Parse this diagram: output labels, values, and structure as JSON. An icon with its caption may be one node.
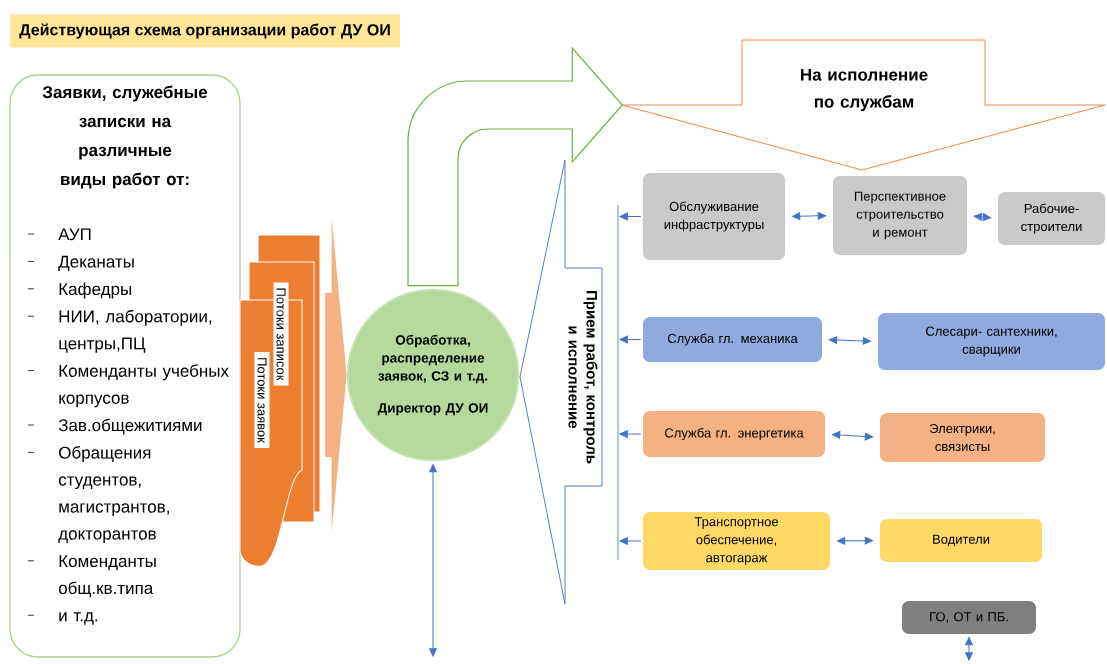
{
  "diagram": {
    "title": "Действующая схема организации работ ДУ ОИ",
    "nodes": [
      {
        "text": [
          "Заявки, служебные записки на различные виды работ от:",
          "АУП",
          "Деканаты",
          "Кафедры",
          "НИИ, лаборатории, центры,ПЦ",
          "Коменданты учебных корпусов",
          "Зав.общежитиями",
          "Обращения студентов, магистрантов, докторантов",
          "Коменданты общ.кв.типа",
          "и т.д."
        ]
      },
      {
        "text": [
          "Потоки записок",
          "Потоки заявок"
        ]
      },
      {
        "text": [
          "Обработка, распределение заявок, СЗ и т.д.",
          "Директор ДУ ОИ"
        ]
      },
      {
        "text": [
          "Прием работ, контроль и исполнение"
        ]
      },
      {
        "text": [
          "На исполнение по службам"
        ]
      },
      {
        "text": [
          "Обслуживание инфраструктуры"
        ]
      },
      {
        "text": [
          "Перспективное строительство и ремонт"
        ]
      },
      {
        "text": [
          "Рабочие- строители"
        ]
      },
      {
        "text": [
          "Служба гл. механика"
        ]
      },
      {
        "text": [
          "Слесари- сантехники, сварщики"
        ]
      },
      {
        "text": [
          "Служба гл. энергетика"
        ]
      },
      {
        "text": [
          "Электрики, связисты"
        ]
      },
      {
        "text": [
          "Транспортное обеспечение, автогараж"
        ]
      },
      {
        "text": [
          "Водители"
        ]
      },
      {
        "text": [
          "ГО, ОТ и ПБ."
        ]
      }
    ],
    "edges": [
      {
        "from": 1,
        "to": 2,
        "arrow": "to",
        "style": "thick",
        "color": "#f4b183"
      },
      {
        "from": 2,
        "to": 4,
        "arrow": "to",
        "style": "thick",
        "color": "#70ad47"
      },
      {
        "from": 5,
        "to": 6,
        "arrow": "both"
      },
      {
        "from": 6,
        "to": 7,
        "arrow": "both"
      },
      {
        "from": 8,
        "to": 9,
        "arrow": "both"
      },
      {
        "from": 10,
        "to": 11,
        "arrow": "both"
      },
      {
        "from": 12,
        "to": 13,
        "arrow": "both"
      },
      {
        "from": 5,
        "to": null,
        "arrow": "to"
      },
      {
        "from": 8,
        "to": null,
        "arrow": "to"
      },
      {
        "from": 10,
        "to": null,
        "arrow": "to"
      },
      {
        "from": 12,
        "to": null,
        "arrow": "to"
      },
      {
        "from": 2,
        "to": null,
        "arrow": "both"
      },
      {
        "from": 14,
        "to": null,
        "arrow": "both"
      }
    ]
  }
}
